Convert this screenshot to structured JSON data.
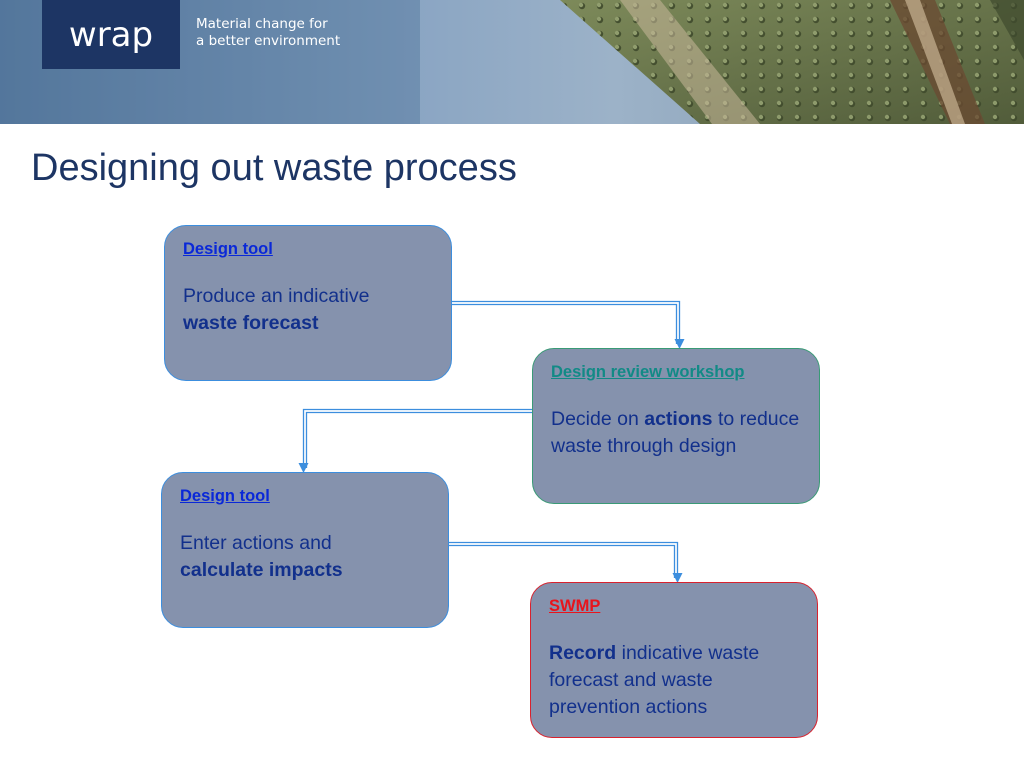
{
  "header": {
    "logo_text": "wrap",
    "tagline_line1": "Material change for",
    "tagline_line2": "a better environment"
  },
  "title": "Designing out waste process",
  "steps": [
    {
      "heading": "Design tool",
      "text_before": "Produce an indicative",
      "bold": "waste forecast",
      "text_after": ""
    },
    {
      "heading": "Design review workshop",
      "text_before": "Decide on",
      "bold": "actions",
      "text_after": "to reduce waste through design"
    },
    {
      "heading": "Design tool",
      "text_before": "Enter actions and",
      "bold": "calculate impacts",
      "text_after": ""
    },
    {
      "heading": "SWMP",
      "text_before": "",
      "bold": "Record",
      "text_after": "indicative waste forecast and waste prevention actions"
    }
  ],
  "colors": {
    "brand_navy": "#1d3564",
    "box_fill": "#8592ad",
    "box_border_blue": "#3c8ede",
    "box_border_green": "#3a9a76",
    "box_border_red": "#d8222e",
    "connector": "#3c8ede"
  }
}
